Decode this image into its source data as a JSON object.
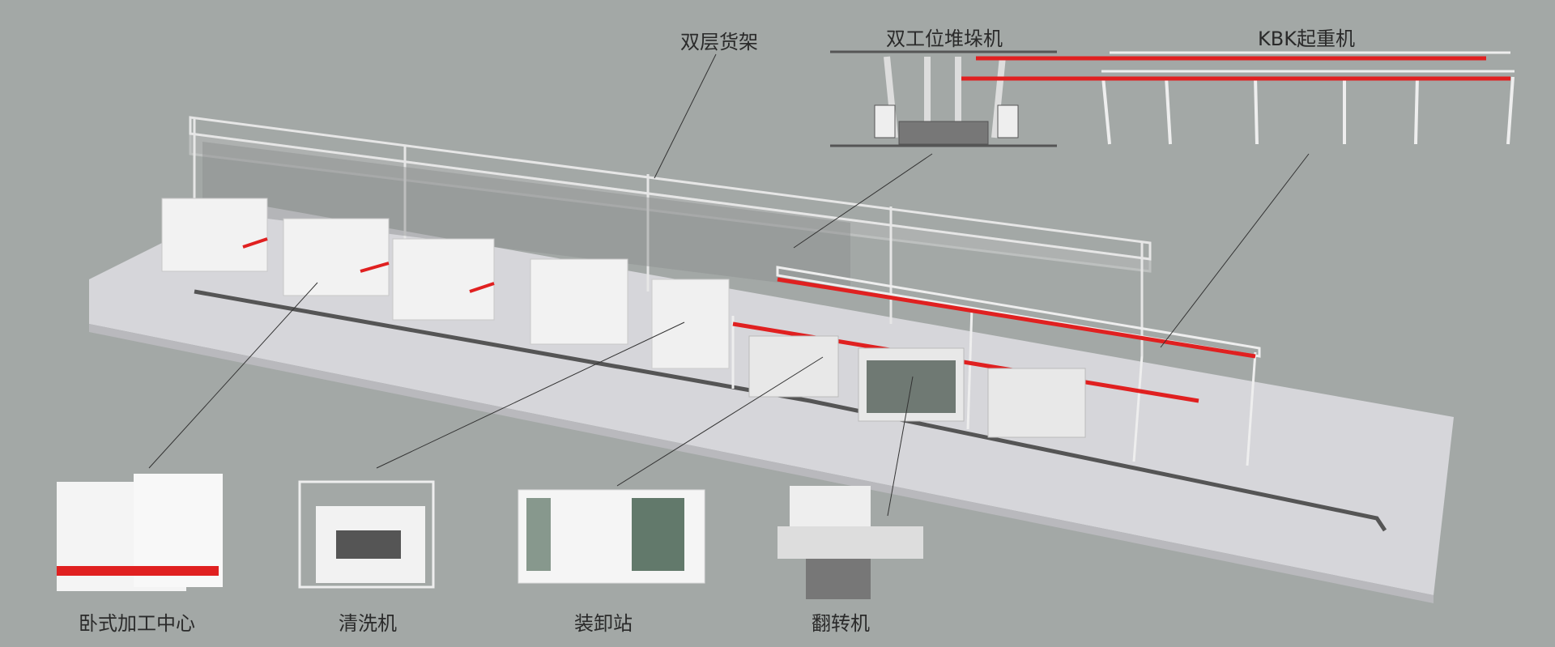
{
  "labels": {
    "double_rack": "双层货架",
    "stacker_crane": "双工位堆垛机",
    "kbk_crane": "KBK起重机",
    "horizontal_machining_center": "卧式加工中心",
    "washing_machine": "清洗机",
    "loading_station": "装卸站",
    "turnover_machine": "翻转机"
  },
  "colors": {
    "background": "#a3a8a6",
    "accent_red": "#e02020",
    "floor": "#d4d4d8"
  }
}
